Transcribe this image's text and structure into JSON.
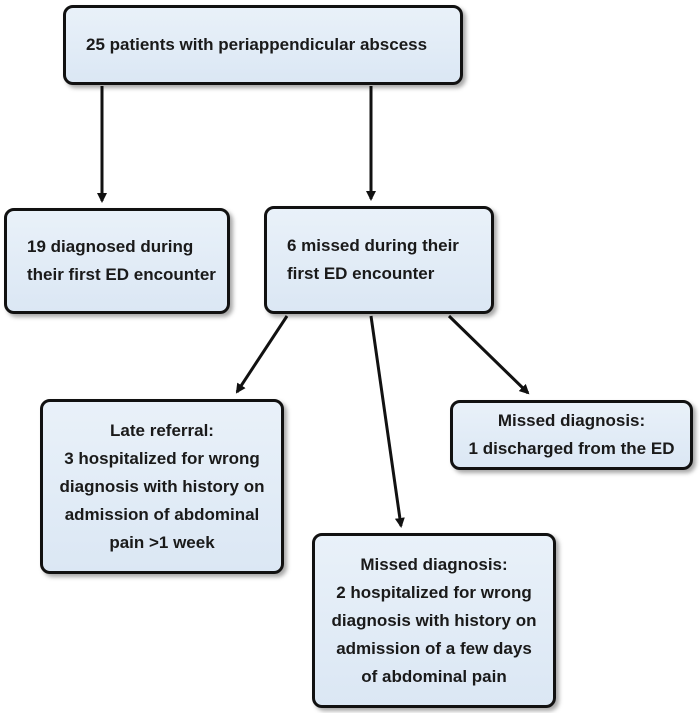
{
  "flowchart": {
    "root": {
      "label": "25 patients with periappendicular abscess"
    },
    "diagnosed": {
      "label": "19 diagnosed during\ntheir first ED encounter"
    },
    "missed": {
      "label": "6 missed during their\nfirst ED encounter"
    },
    "late_referral": {
      "label": "Late referral:\n3 hospitalized for wrong\ndiagnosis with history on\nadmission of abdominal\npain >1 week"
    },
    "missed_discharged": {
      "label": "Missed diagnosis:\n1 discharged from the ED"
    },
    "missed_hospitalized": {
      "label": "Missed diagnosis:\n2 hospitalized for wrong\ndiagnosis with history on\nadmission of a few days\nof abdominal pain"
    }
  },
  "colors": {
    "box_fill": "#dbe7f4",
    "box_border": "#111111",
    "arrow": "#111111"
  }
}
